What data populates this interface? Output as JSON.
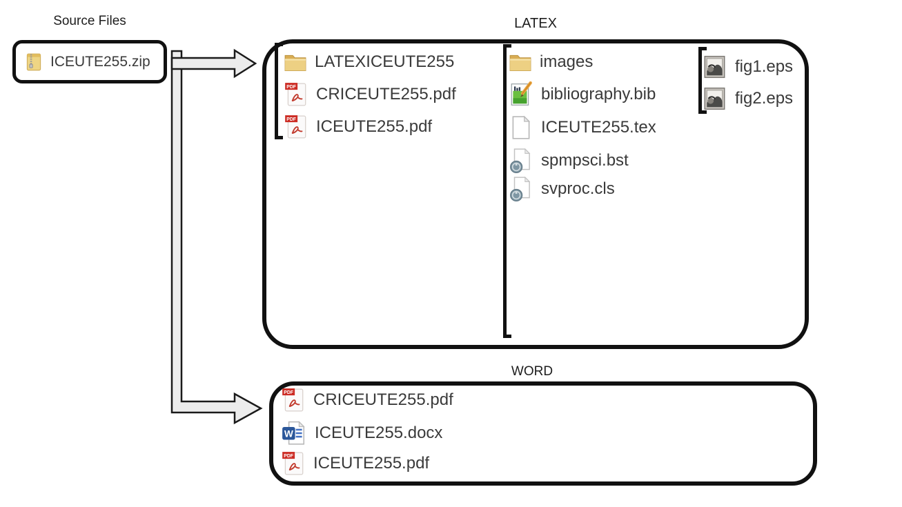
{
  "labels": {
    "source_files": "Source Files",
    "latex": "LATEX",
    "word": "WORD"
  },
  "source": {
    "file": "ICEUTE255.zip",
    "icon": "zip-folder-icon"
  },
  "latex": {
    "col1": [
      {
        "name": "LATEXICEUTE255",
        "icon": "folder-icon"
      },
      {
        "name": "CRICEUTE255.pdf",
        "icon": "pdf-icon"
      },
      {
        "name": "ICEUTE255.pdf",
        "icon": "pdf-icon"
      }
    ],
    "col2": [
      {
        "name": "images",
        "icon": "folder-icon"
      },
      {
        "name": "bibliography.bib",
        "icon": "bib-icon"
      },
      {
        "name": "ICEUTE255.tex",
        "icon": "tex-doc-icon"
      },
      {
        "name": "spmpsci.bst",
        "icon": "system-file-icon"
      },
      {
        "name": "svproc.cls",
        "icon": "system-file-icon"
      }
    ],
    "col3": [
      {
        "name": "fig1.eps",
        "icon": "eps-image-icon"
      },
      {
        "name": "fig2.eps",
        "icon": "eps-image-icon"
      }
    ]
  },
  "word_box": {
    "files": [
      {
        "name": "CRICEUTE255.pdf",
        "icon": "pdf-icon"
      },
      {
        "name": "ICEUTE255.docx",
        "icon": "word-doc-icon"
      },
      {
        "name": "ICEUTE255.pdf",
        "icon": "pdf-icon"
      }
    ]
  },
  "colors": {
    "outline": "#111111",
    "arrow_fill": "#ececec",
    "text": "#3a3a3a",
    "folder_yellow": "#edd083",
    "pdf_red": "#cc2c24",
    "word_blue": "#2b579a",
    "bib_green": "#6abf40"
  }
}
